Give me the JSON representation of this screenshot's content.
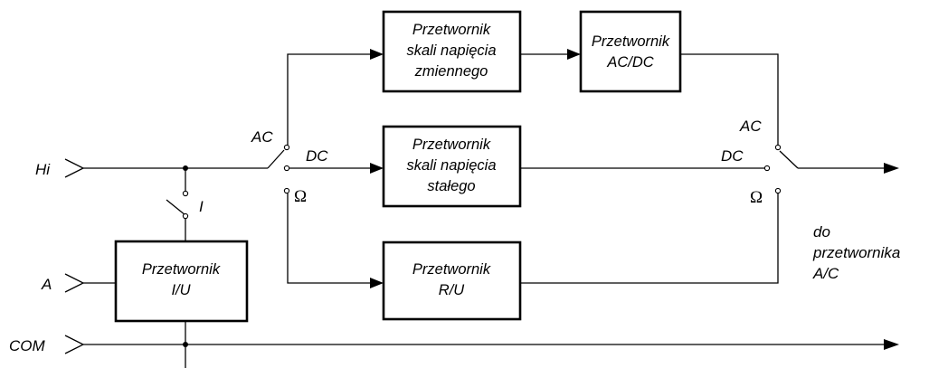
{
  "inputs": {
    "hi": "Hi",
    "a": "A",
    "com": "COM"
  },
  "switch_labels": {
    "current": "I",
    "ac_left": "AC",
    "dc_left": "DC",
    "ohm_left": "Ω",
    "ac_right": "AC",
    "dc_right": "DC",
    "ohm_right": "Ω"
  },
  "blocks": {
    "ac_scale": [
      "Przetwornik",
      "skali napięcia",
      "zmiennego"
    ],
    "ac_dc": [
      "Przetwornik",
      "AC/DC"
    ],
    "dc_scale": [
      "Przetwornik",
      "skali napięcia",
      "stałego"
    ],
    "r_u": [
      "Przetwornik",
      "R/U"
    ],
    "i_u": [
      "Przetwornik",
      "I/U"
    ]
  },
  "output_label": [
    "do",
    "przetwornika",
    "A/C"
  ]
}
